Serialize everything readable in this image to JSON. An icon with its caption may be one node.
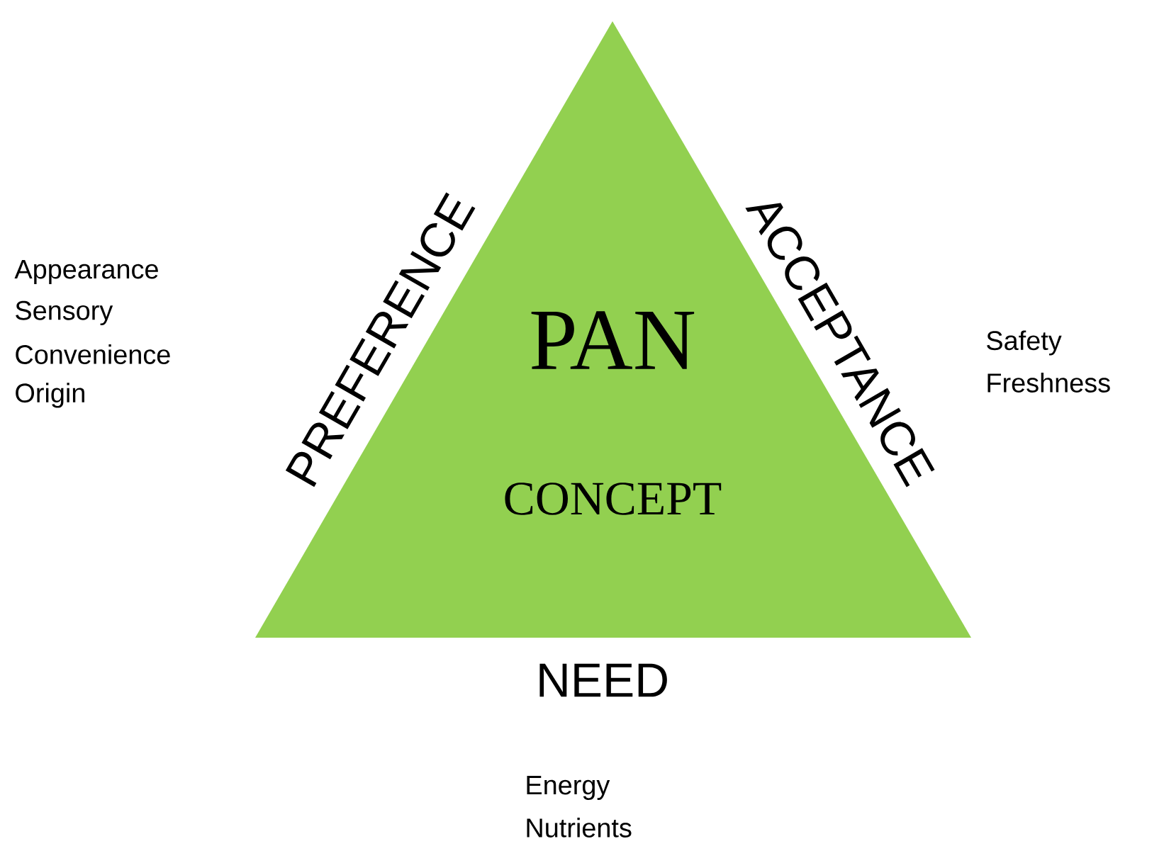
{
  "diagram": {
    "nodes": [
      {
        "text": [
          "PAN",
          "CONCEPT"
        ]
      }
    ],
    "edges": [],
    "labels": [
      "Appearance",
      "Sensory",
      "Convenience",
      "Origin",
      "PREFERENCE",
      "ACCEPTANCE",
      "Safety",
      "Freshness",
      "NEED",
      "Energy",
      "Nutrients"
    ]
  }
}
